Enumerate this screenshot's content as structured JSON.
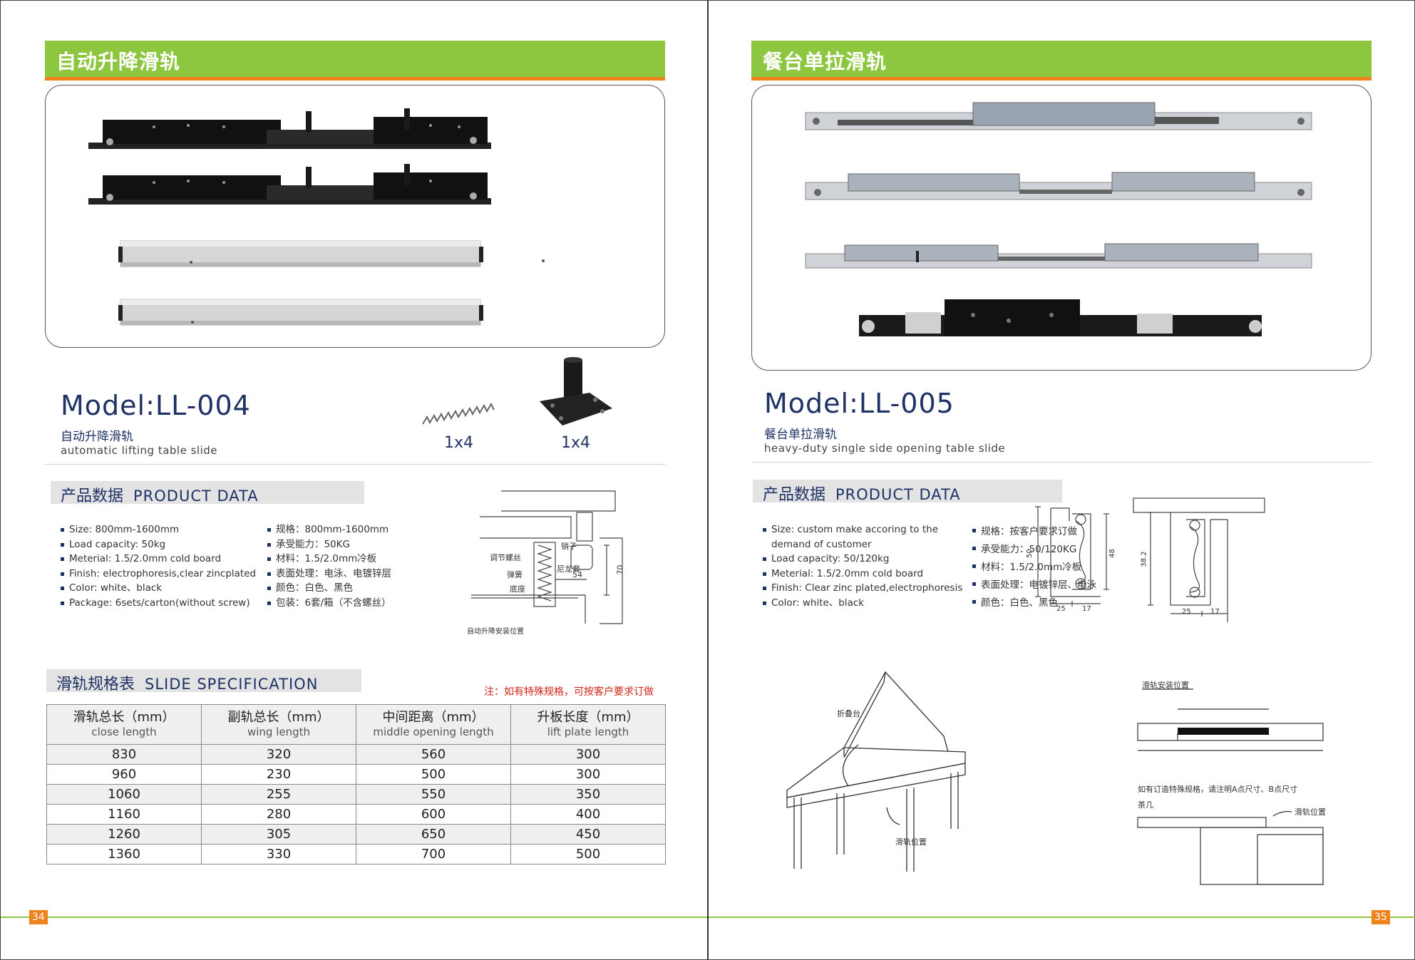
{
  "left_page": {
    "title": "自动升降滑轨",
    "model": "Model:LL-004",
    "model_cn": "自动升降滑轨",
    "model_en": "automatic lifting table slide",
    "accessories": [
      {
        "icon": "spring-icon",
        "qty": "1x4"
      },
      {
        "icon": "post-bracket-icon",
        "qty": "1x4"
      }
    ],
    "product_data_heading_cn": "产品数据",
    "product_data_heading_en": "PRODUCT DATA",
    "specs_en": [
      "Size: 800mm-1600mm",
      "Load capacity: 50kg",
      "Meterial: 1.5/2.0mm cold board",
      "Finish: electrophoresis,clear zincplated",
      "Color: white、black",
      "Package: 6sets/carton(without screw)"
    ],
    "specs_cn": [
      "规格：800mm-1600mm",
      "承受能力：50KG",
      "材料：1.5/2.0mm冷板",
      "表面处理：电泳、电镀锌层",
      "颜色：白色、黑色",
      "包装：6套/箱（不含螺丝）"
    ],
    "diagram_labels": {
      "adjust_screw": "调节螺丝",
      "pin": "销子",
      "spring": "弹簧",
      "nylon_sleeve": "尼龙套",
      "base": "底座",
      "dim_54": "54",
      "dim_70": "70",
      "caption": "自动升降安装位置"
    },
    "spec_table_heading_cn": "滑轨规格表",
    "spec_table_heading_en": "SLIDE SPECIFICATION",
    "spec_note": "注：如有特殊规格，可按客户要求订做",
    "spec_table": {
      "headers": [
        {
          "cn": "滑轨总长（mm）",
          "en": "close length"
        },
        {
          "cn": "副轨总长（mm）",
          "en": "wing length"
        },
        {
          "cn": "中间距离（mm）",
          "en": "middle opening length"
        },
        {
          "cn": "升板长度（mm）",
          "en": "lift plate length"
        }
      ],
      "rows": [
        [
          "830",
          "320",
          "560",
          "300"
        ],
        [
          "960",
          "230",
          "500",
          "300"
        ],
        [
          "1060",
          "255",
          "550",
          "350"
        ],
        [
          "1160",
          "280",
          "600",
          "400"
        ],
        [
          "1260",
          "305",
          "650",
          "450"
        ],
        [
          "1360",
          "330",
          "700",
          "500"
        ]
      ]
    },
    "page_number": "34"
  },
  "right_page": {
    "title": "餐台单拉滑轨",
    "model": "Model:LL-005",
    "model_cn": "餐台单拉滑轨",
    "model_en": "heavy-duty single side opening table slide",
    "product_data_heading_cn": "产品数据",
    "product_data_heading_en": "PRODUCT DATA",
    "specs_en": [
      "Size: custom make accoring to the",
      "demand of customer",
      "Load capacity: 50/120kg",
      "Meterial: 1.5/2.0mm cold board",
      "Finish: Clear zinc plated,electrophoresis",
      "Color: white、black"
    ],
    "specs_cn": [
      "规格：按客户要求订做",
      "承受能力：50/120KG",
      "材料：1.5/2.0mm冷板",
      "表面处理：电镀锌层、电泳",
      "颜色：白色、黑色"
    ],
    "profile_dims": {
      "a_height": "50",
      "a_inner": "48",
      "a_w1": "25",
      "a_w2": "17",
      "b_height": "38.2",
      "b_w1": "25",
      "b_w2": "17"
    },
    "diagram_labels": {
      "folding_top": "折叠台",
      "slide_position": "滑轨位置",
      "slide_install_position": "滑轨安装位置",
      "custom_note": "如有订造特殊规格，请注明A点尺寸、B点尺寸",
      "coffee_table": "茶几",
      "slide_position_2": "滑轨位置"
    },
    "page_number": "35"
  },
  "colors": {
    "title_green": "#8dc63f",
    "accent_orange": "#f0821e",
    "navy": "#1f3266",
    "note_red": "#d0261a"
  }
}
